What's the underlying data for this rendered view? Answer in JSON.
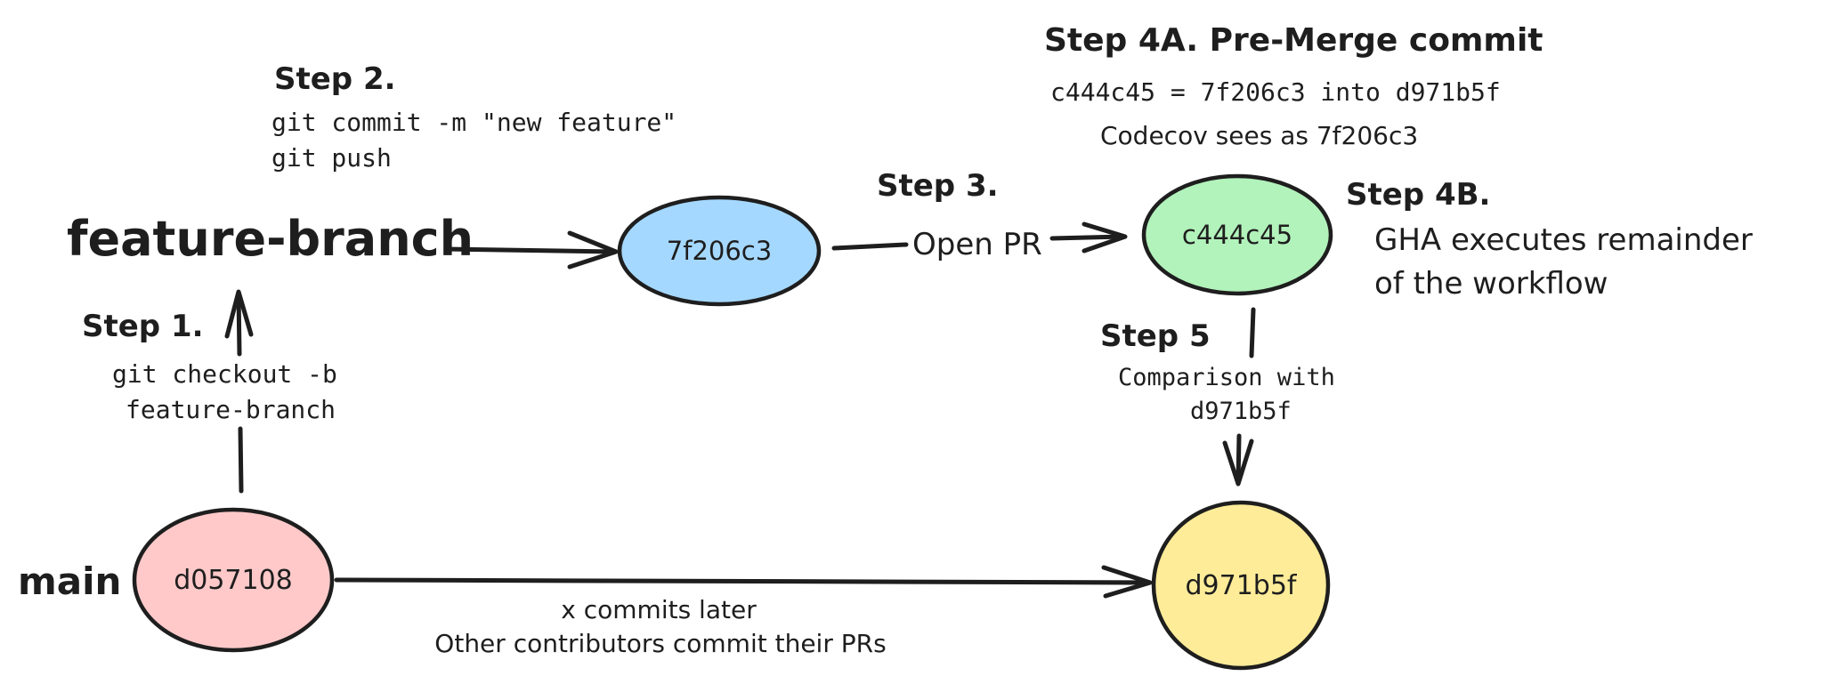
{
  "branches": {
    "feature": "feature-branch",
    "main": "main"
  },
  "nodes": {
    "main_start": {
      "label": "d057108",
      "color": "#ffc9c9"
    },
    "feature_commit": {
      "label": "7f206c3",
      "color": "#a5d8ff"
    },
    "pre_merge": {
      "label": "c444c45",
      "color": "#b2f2bb"
    },
    "main_later": {
      "label": "d971b5f",
      "color": "#ffec99"
    }
  },
  "steps": {
    "step1": {
      "title": "Step 1.",
      "lines": [
        "git checkout -b",
        "feature-branch"
      ]
    },
    "step2": {
      "title": "Step 2.",
      "lines": [
        "git commit -m \"new feature\"",
        "git push"
      ]
    },
    "step3": {
      "title": "Step 3.",
      "edge_label": "Open PR"
    },
    "step4a": {
      "title": "Step 4A. Pre-Merge commit",
      "lines": [
        "c444c45 = 7f206c3 into d971b5f",
        "Codecov sees as 7f206c3"
      ]
    },
    "step4b": {
      "title": "Step 4B.",
      "lines": [
        "GHA executes remainder",
        "of the workflow"
      ]
    },
    "step5": {
      "title": "Step 5",
      "lines": [
        "Comparison with",
        "d971b5f"
      ]
    }
  },
  "main_edge": {
    "lines": [
      "x commits later",
      "Other contributors commit their PRs"
    ]
  },
  "colors": {
    "stroke": "#1e1e1e",
    "red_fill": "#ffc9c9",
    "blue_fill": "#a5d8ff",
    "green_fill": "#b2f2bb",
    "yellow_fill": "#ffec99"
  }
}
